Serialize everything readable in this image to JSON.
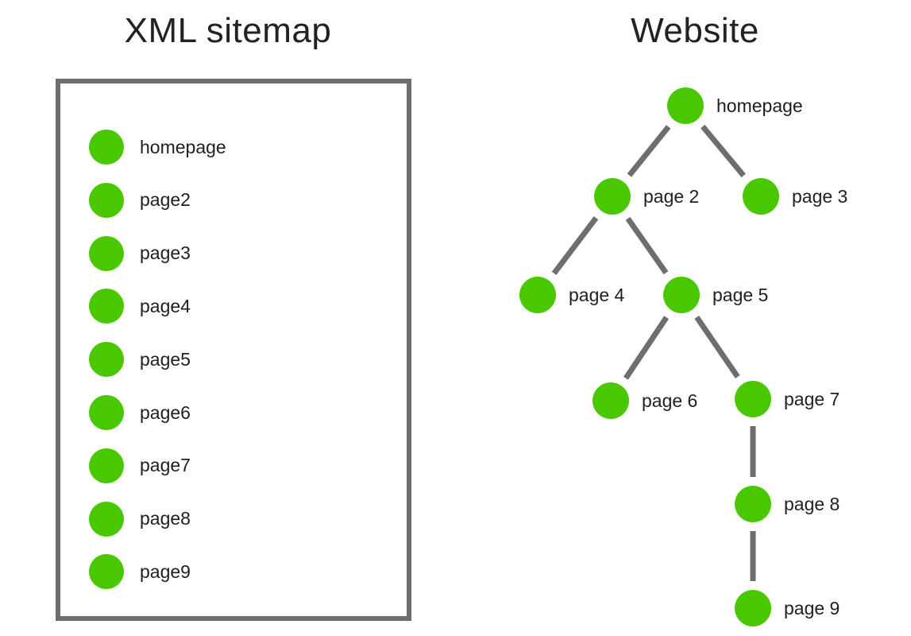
{
  "colors": {
    "node": "#49c800",
    "edge": "#6e6e6e",
    "border": "#6e6e6e",
    "text": "#1f1f1f"
  },
  "sitemap": {
    "title": "XML sitemap",
    "items": [
      {
        "label": "homepage"
      },
      {
        "label": "page2"
      },
      {
        "label": "page3"
      },
      {
        "label": "page4"
      },
      {
        "label": "page5"
      },
      {
        "label": "page6"
      },
      {
        "label": "page7"
      },
      {
        "label": "page8"
      },
      {
        "label": "page9"
      }
    ]
  },
  "website": {
    "title": "Website",
    "nodes": [
      {
        "id": "homepage",
        "label": "homepage"
      },
      {
        "id": "page2",
        "label": "page 2"
      },
      {
        "id": "page3",
        "label": "page 3"
      },
      {
        "id": "page4",
        "label": "page 4"
      },
      {
        "id": "page5",
        "label": "page 5"
      },
      {
        "id": "page6",
        "label": "page 6"
      },
      {
        "id": "page7",
        "label": "page 7"
      },
      {
        "id": "page8",
        "label": "page 8"
      },
      {
        "id": "page9",
        "label": "page 9"
      }
    ],
    "edges": [
      {
        "from": "homepage",
        "to": "page2"
      },
      {
        "from": "homepage",
        "to": "page3"
      },
      {
        "from": "page2",
        "to": "page4"
      },
      {
        "from": "page2",
        "to": "page5"
      },
      {
        "from": "page5",
        "to": "page6"
      },
      {
        "from": "page5",
        "to": "page7"
      },
      {
        "from": "page7",
        "to": "page8"
      },
      {
        "from": "page8",
        "to": "page9"
      }
    ]
  }
}
